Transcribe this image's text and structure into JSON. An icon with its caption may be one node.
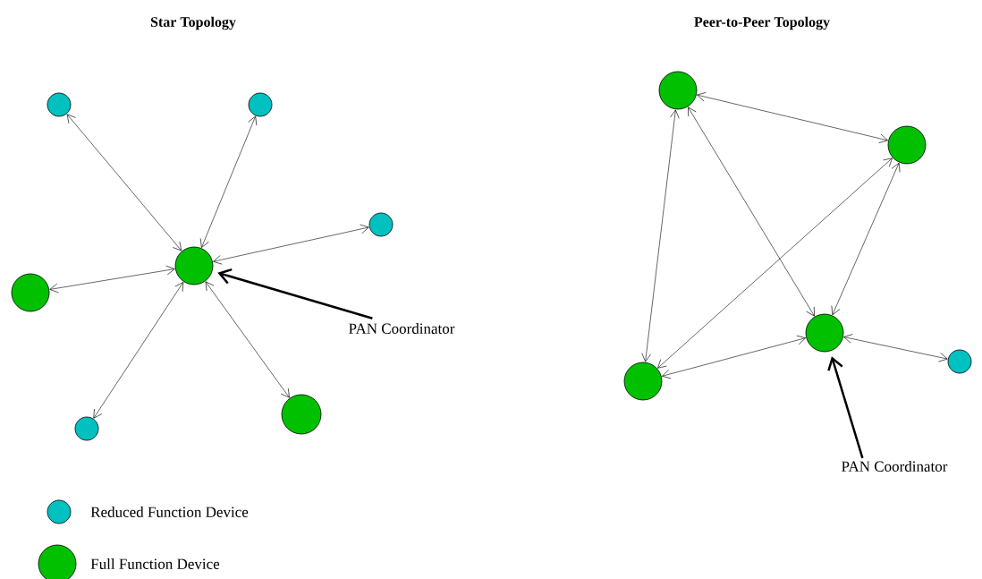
{
  "diagram": {
    "nodes": [
      {
        "text": [],
        "shape": "circle"
      },
      {
        "text": [],
        "shape": "circle"
      },
      {
        "text": [],
        "shape": "circle"
      },
      {
        "text": [],
        "shape": "circle"
      },
      {
        "text": [],
        "shape": "circle"
      },
      {
        "text": [],
        "shape": "circle"
      },
      {
        "text": [],
        "shape": "circle"
      },
      {
        "text": [
          "PAN Coordinator"
        ]
      },
      {
        "text": [],
        "shape": "circle"
      },
      {
        "text": [],
        "shape": "circle"
      },
      {
        "text": [],
        "shape": "circle"
      },
      {
        "text": [],
        "shape": "circle"
      },
      {
        "text": [],
        "shape": "circle"
      },
      {
        "text": [
          "PAN Coordinator"
        ]
      }
    ],
    "edges": [
      {
        "from": 0,
        "to": 1,
        "arrow": "both"
      },
      {
        "from": 0,
        "to": 2,
        "arrow": "both"
      },
      {
        "from": 0,
        "to": 3,
        "arrow": "both"
      },
      {
        "from": 0,
        "to": 4,
        "arrow": "both"
      },
      {
        "from": 0,
        "to": 5,
        "arrow": "both"
      },
      {
        "from": 0,
        "to": 6,
        "arrow": "both"
      },
      {
        "from": 7,
        "to": 0,
        "arrow": "to",
        "style": "thick"
      },
      {
        "from": 8,
        "to": 9,
        "arrow": "both"
      },
      {
        "from": 8,
        "to": 11,
        "arrow": "both"
      },
      {
        "from": 8,
        "to": 10,
        "arrow": "both"
      },
      {
        "from": 9,
        "to": 11,
        "arrow": "both"
      },
      {
        "from": 9,
        "to": 10,
        "arrow": "both"
      },
      {
        "from": 11,
        "to": 10,
        "arrow": "both"
      },
      {
        "from": 10,
        "to": 12,
        "arrow": "both"
      },
      {
        "from": 13,
        "to": 10,
        "arrow": "to",
        "style": "thick"
      }
    ],
    "labels": [
      "Star Topology",
      "Peer-to-Peer Topology"
    ],
    "legend": [
      {
        "text": "Reduced Function Device",
        "color": "#00c0c0"
      },
      {
        "text": "Full Function Device",
        "color": "#00c000"
      }
    ]
  }
}
